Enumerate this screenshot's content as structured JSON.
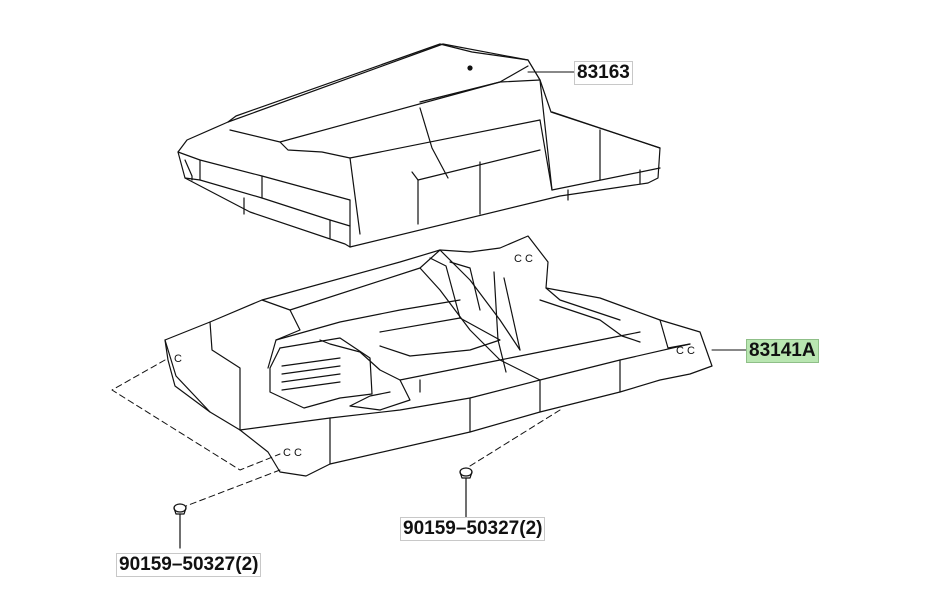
{
  "parts": [
    {
      "id": "83163",
      "label": "83163",
      "highlighted": false
    },
    {
      "id": "83141A",
      "label": "83141A",
      "highlighted": true
    },
    {
      "id": "90159-50327-left",
      "label": "90159–50327(2)",
      "highlighted": false
    },
    {
      "id": "90159-50327-right",
      "label": "90159–50327(2)",
      "highlighted": false
    }
  ],
  "colors": {
    "line": "#111111",
    "highlight": "#b9e6b1",
    "background": "#ffffff"
  }
}
